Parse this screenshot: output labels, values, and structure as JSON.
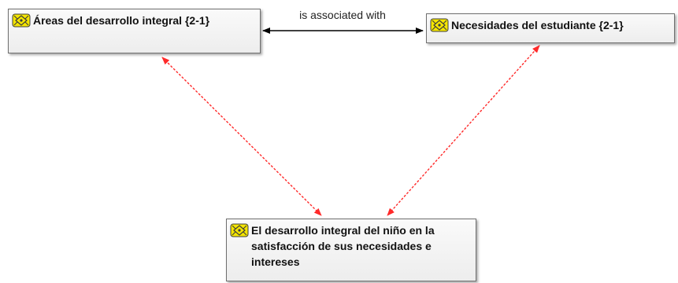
{
  "nodes": {
    "a": {
      "label": "Áreas del desarrollo integral {2-1}",
      "icon": "code-node-icon"
    },
    "b": {
      "label": "Necesidades del estudiante {2-1}",
      "icon": "code-node-icon"
    },
    "c": {
      "label": "El desarrollo integral del niño en la satisfacción de sus necesidades e intereses",
      "icon": "code-node-icon"
    }
  },
  "relations": {
    "ab": {
      "label": "is associated with",
      "style": "solid",
      "color": "#000000"
    },
    "ac": {
      "label": "",
      "style": "dashed",
      "color": "#ff2a2a"
    },
    "bc": {
      "label": "",
      "style": "dashed",
      "color": "#ff2a2a"
    }
  },
  "colors": {
    "node_icon_fill": "#f5e600",
    "node_icon_stroke": "#3d3d3d"
  }
}
